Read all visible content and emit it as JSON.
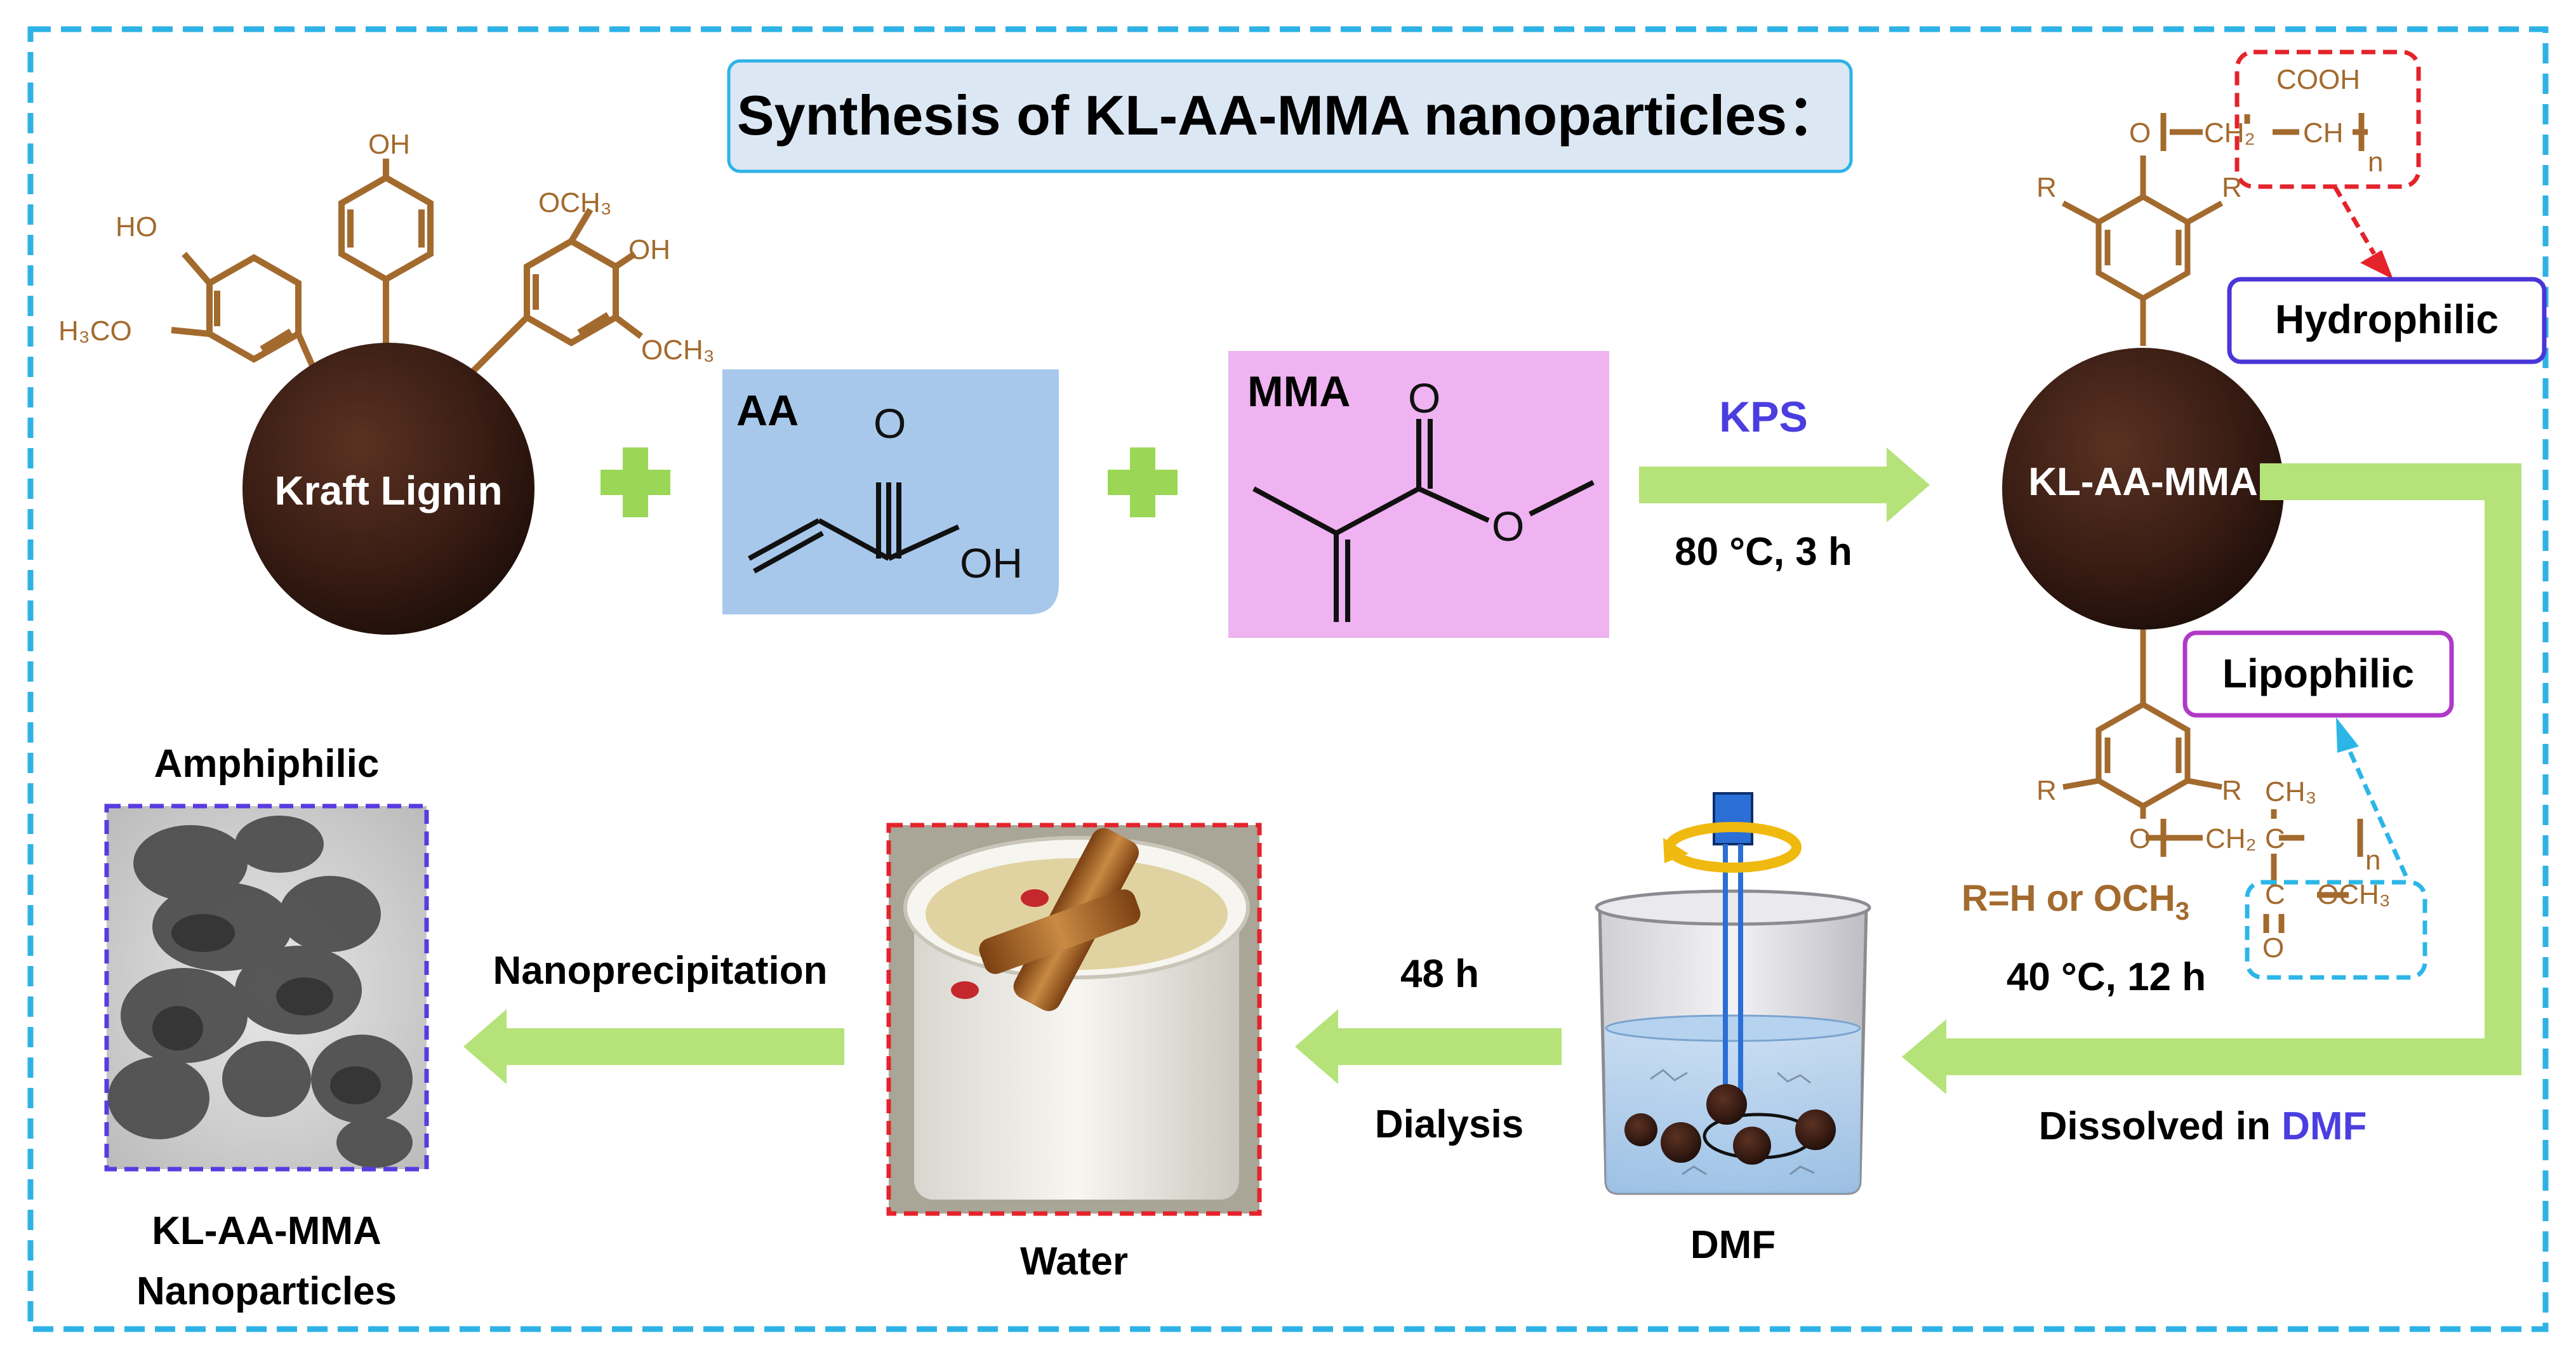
{
  "title": "Synthesis of KL-AA-MMA nanoparticles：",
  "reactants": {
    "kraft_lignin": "Kraft Lignin",
    "aa_label": "AA",
    "mma_label": "MMA"
  },
  "reaction": {
    "initiator": "KPS",
    "conditions": "80 °C, 3 h"
  },
  "product": {
    "name": "KL-AA-MMA",
    "hydrophilic": "Hydrophilic",
    "lipophilic": "Lipophilic",
    "substituent": "R=H or OCH",
    "substituent_sub": "3"
  },
  "step_dissolve": {
    "conditions": "40 °C, 12 h",
    "text_prefix": "Dissolved  in ",
    "solvent": "DMF",
    "vessel_label": "DMF"
  },
  "step_dialysis": {
    "time": "48 h",
    "method": "Dialysis",
    "vessel_label": "Water"
  },
  "step_nanoprecipitation": {
    "method": "Nanoprecipitation",
    "top_label": "Amphiphilic",
    "result_line1": "KL-AA-MMA",
    "result_line2": "Nanoparticles"
  },
  "chem_labels": {
    "oh": "OH",
    "ho": "HO",
    "h3co": "H₃CO",
    "och3": "OCH₃",
    "o": "O",
    "r": "R",
    "cooh": "COOH",
    "ch2": "CH₂",
    "ch": "CH",
    "c": "C",
    "ch3": "CH₃",
    "n": "n"
  },
  "colors": {
    "frame": "#2eb2e6",
    "arrow": "#b5e37a",
    "plus": "#9bd756",
    "lignin": "#3a1d14",
    "chem_brown": "#a36a2e",
    "aa_fill": "#a7c8ea",
    "mma_fill": "#eeb3f0",
    "title_fill": "#dce7f4",
    "kps": "#4b3ee0",
    "hydrophilic_border": "#4a35d8",
    "lipophilic_border": "#b039c8",
    "red_dash": "#e4232b",
    "blue_dash": "#2cb6e8",
    "purple_dash": "#5a3be0"
  }
}
